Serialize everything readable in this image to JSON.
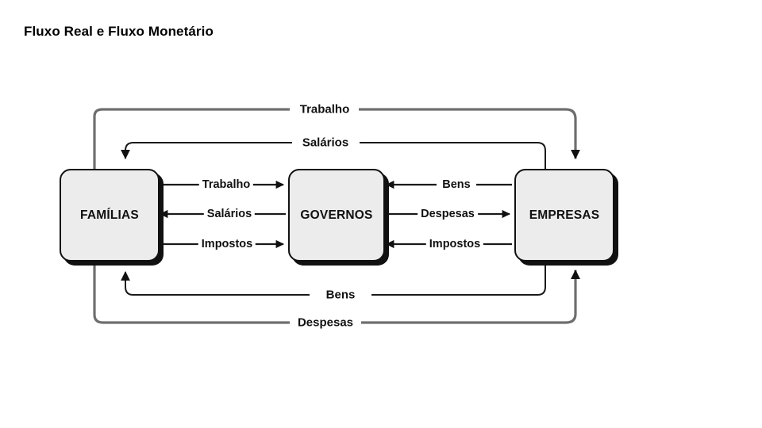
{
  "slide": {
    "title": "Fluxo Real e Fluxo Monetário",
    "background": "#FFFFFF"
  },
  "colors": {
    "box_fill": "#ECECEC",
    "box_border": "#111111",
    "box_shadow": "#111111",
    "line_dark": "#1A1A1A",
    "line_gray": "#6E6E6E",
    "text": "#111111"
  },
  "diagram": {
    "type": "circular-flow",
    "nodes": [
      {
        "id": "familias",
        "label": "FAMÍLIAS"
      },
      {
        "id": "governos",
        "label": "GOVERNOS"
      },
      {
        "id": "empresas",
        "label": "EMPRESAS"
      }
    ],
    "inner_flows": [
      {
        "id": "fam-gov-trabalho",
        "label": "Trabalho",
        "from": "familias",
        "to": "governos",
        "direction": "right"
      },
      {
        "id": "gov-fam-salarios",
        "label": "Salários",
        "from": "governos",
        "to": "familias",
        "direction": "left"
      },
      {
        "id": "fam-gov-impostos",
        "label": "Impostos",
        "from": "familias",
        "to": "governos",
        "direction": "right"
      },
      {
        "id": "emp-gov-bens",
        "label": "Bens",
        "from": "empresas",
        "to": "governos",
        "direction": "left"
      },
      {
        "id": "gov-emp-despesas",
        "label": "Despesas",
        "from": "governos",
        "to": "empresas",
        "direction": "right"
      },
      {
        "id": "emp-gov-impostos",
        "label": "Impostos",
        "from": "empresas",
        "to": "governos",
        "direction": "left"
      }
    ],
    "outer_flows": [
      {
        "id": "fam-emp-trabalho",
        "label": "Trabalho",
        "from": "familias",
        "to": "empresas",
        "route": "top-outer",
        "direction": "right"
      },
      {
        "id": "emp-fam-salarios",
        "label": "Salários",
        "from": "empresas",
        "to": "familias",
        "route": "top-inner",
        "direction": "left"
      },
      {
        "id": "emp-fam-bens",
        "label": "Bens",
        "from": "empresas",
        "to": "familias",
        "route": "bottom-inner",
        "direction": "left"
      },
      {
        "id": "fam-emp-despesas",
        "label": "Despesas",
        "from": "familias",
        "to": "empresas",
        "route": "bottom-outer",
        "direction": "right"
      }
    ]
  }
}
